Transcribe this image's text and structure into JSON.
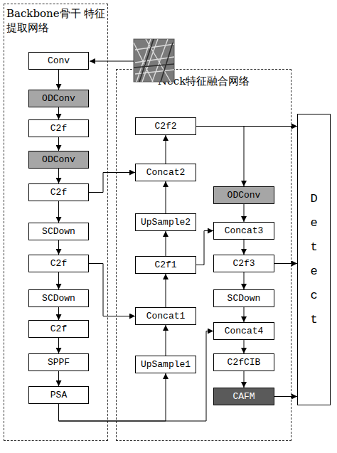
{
  "diagram": {
    "nodes": [
      {
        "text": [
          "Backbone骨干 特征提取网络"
        ]
      },
      {
        "text": [
          "Conv"
        ],
        "in": 0
      },
      {
        "text": [
          "ODConv"
        ],
        "in": 0
      },
      {
        "text": [
          "C2f"
        ],
        "in": 0
      },
      {
        "text": [
          "ODConv"
        ],
        "in": 0
      },
      {
        "text": [
          "C2f"
        ],
        "in": 0
      },
      {
        "text": [
          "SCDown"
        ],
        "in": 0
      },
      {
        "text": [
          "C2f"
        ],
        "in": 0
      },
      {
        "text": [
          "SCDown"
        ],
        "in": 0
      },
      {
        "text": [
          "C2f"
        ],
        "in": 0
      },
      {
        "text": [
          "SPPF"
        ],
        "in": 0
      },
      {
        "text": [
          "PSA"
        ],
        "in": 0
      },
      {
        "text": [
          "Neck特征融合网络"
        ]
      },
      {
        "text": [
          "C2f2"
        ],
        "in": 12
      },
      {
        "text": [
          "Concat2"
        ],
        "in": 12
      },
      {
        "text": [
          "UpSample2"
        ],
        "in": 12
      },
      {
        "text": [
          "C2f1"
        ],
        "in": 12
      },
      {
        "text": [
          "Concat1"
        ],
        "in": 12
      },
      {
        "text": [
          "UpSample1"
        ],
        "in": 12
      },
      {
        "text": [
          "ODConv"
        ],
        "in": 12
      },
      {
        "text": [
          "Concat3"
        ],
        "in": 12
      },
      {
        "text": [
          "C2f3"
        ],
        "in": 12
      },
      {
        "text": [
          "SCDown"
        ],
        "in": 12
      },
      {
        "text": [
          "Concat4"
        ],
        "in": 12
      },
      {
        "text": [
          "C2fCIB"
        ],
        "in": 12
      },
      {
        "text": [
          "CAFM"
        ],
        "in": 12
      },
      {
        "text": [
          "Detect"
        ]
      }
    ],
    "edges": [
      {
        "from": 1,
        "to": 2,
        "arrow": "to"
      },
      {
        "from": 2,
        "to": 3,
        "arrow": "to"
      },
      {
        "from": 3,
        "to": 4,
        "arrow": "to"
      },
      {
        "from": 4,
        "to": 5,
        "arrow": "to"
      },
      {
        "from": 5,
        "to": 6,
        "arrow": "to"
      },
      {
        "from": 6,
        "to": 7,
        "arrow": "to"
      },
      {
        "from": 7,
        "to": 8,
        "arrow": "to"
      },
      {
        "from": 8,
        "to": 9,
        "arrow": "to"
      },
      {
        "from": 9,
        "to": 10,
        "arrow": "to"
      },
      {
        "from": 10,
        "to": 11,
        "arrow": "to"
      },
      {
        "from": 11,
        "to": 18,
        "arrow": "to"
      },
      {
        "from": 11,
        "to": 23,
        "arrow": "to"
      },
      {
        "from": 18,
        "to": 17,
        "arrow": "to"
      },
      {
        "from": 17,
        "to": 16,
        "arrow": "to"
      },
      {
        "from": 16,
        "to": 15,
        "arrow": "to"
      },
      {
        "from": 15,
        "to": 14,
        "arrow": "to"
      },
      {
        "from": 14,
        "to": 13,
        "arrow": "to"
      },
      {
        "from": 5,
        "to": 14,
        "arrow": "to"
      },
      {
        "from": 7,
        "to": 17,
        "arrow": "to"
      },
      {
        "from": 13,
        "to": 19,
        "arrow": "to"
      },
      {
        "from": 13,
        "to": 26,
        "arrow": "to"
      },
      {
        "from": 19,
        "to": 20,
        "arrow": "to"
      },
      {
        "from": 20,
        "to": 21,
        "arrow": "to"
      },
      {
        "from": 21,
        "to": 22,
        "arrow": "to"
      },
      {
        "from": 22,
        "to": 23,
        "arrow": "to"
      },
      {
        "from": 23,
        "to": 24,
        "arrow": "to"
      },
      {
        "from": 24,
        "to": 25,
        "arrow": "to"
      },
      {
        "from": 16,
        "to": 20,
        "arrow": "to"
      },
      {
        "from": 21,
        "to": 26,
        "arrow": "to"
      },
      {
        "from": 25,
        "to": 26,
        "arrow": "to"
      }
    ]
  }
}
